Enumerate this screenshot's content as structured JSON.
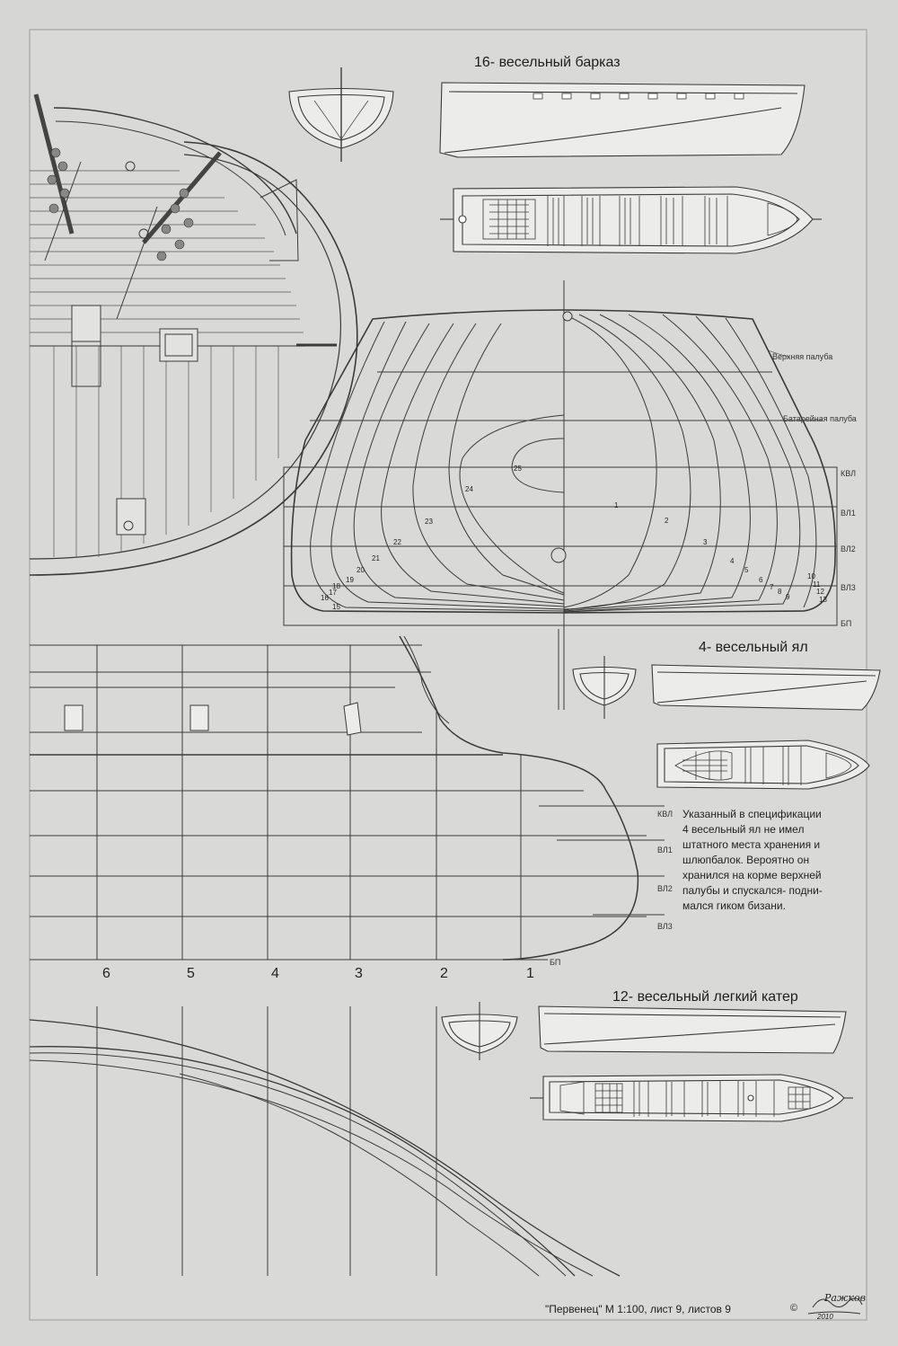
{
  "titles": {
    "longboat": "16- весельный барказ",
    "yawl": "4- весельный ял",
    "cutter": "12- весельный легкий катер"
  },
  "deck_labels": {
    "upper": "Верхняя палуба",
    "battery": "Батарейная палуба"
  },
  "waterlines_body": [
    "КВЛ",
    "ВЛ1",
    "ВЛ2",
    "ВЛ3",
    "БП"
  ],
  "waterlines_stern": [
    "КВЛ",
    "ВЛ1",
    "ВЛ2",
    "ВЛ3",
    "БП"
  ],
  "frame_numbers_left": [
    "25",
    "24",
    "23",
    "22",
    "21",
    "20",
    "19",
    "18",
    "17",
    "16",
    "15"
  ],
  "frame_numbers_right": [
    "1",
    "2",
    "3",
    "4",
    "5",
    "6",
    "7",
    "8",
    "9",
    "10",
    "11",
    "12",
    "13"
  ],
  "stations": [
    "6",
    "5",
    "4",
    "3",
    "2",
    "1"
  ],
  "note_lines": [
    "Указанный в спецификации",
    "4 весельный ял не имел",
    "штатного места хранения и",
    "шлюпбалок. Вероятно он",
    "хранился на корме верхней",
    "палубы и спускался- подни-",
    "мался гиком бизани."
  ],
  "footer": "\"Первенец\" М 1:100, лист 9, листов 9",
  "signature": "Ражков",
  "signature_year": "2010",
  "copyright_symbol": "©",
  "colors": {
    "paper": "#d6d6d4",
    "line": "#3a3a3a",
    "fill": "#ececea"
  }
}
